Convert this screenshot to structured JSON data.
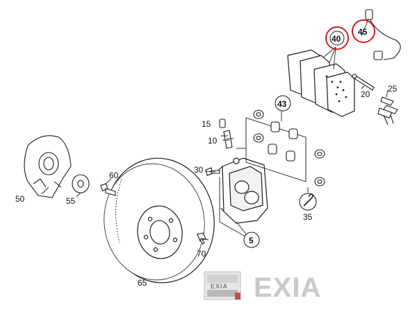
{
  "callouts": [
    {
      "id": "p15",
      "text": "15",
      "highlight": false,
      "circled": false
    },
    {
      "id": "p10",
      "text": "10",
      "highlight": false,
      "circled": false
    },
    {
      "id": "p20",
      "text": "20",
      "highlight": false,
      "circled": false
    },
    {
      "id": "p25",
      "text": "25",
      "highlight": false,
      "circled": false
    },
    {
      "id": "p30",
      "text": "30",
      "highlight": false,
      "circled": false
    },
    {
      "id": "p35",
      "text": "35",
      "highlight": false,
      "circled": false
    },
    {
      "id": "p40",
      "text": "40",
      "highlight": true,
      "circled": true
    },
    {
      "id": "p43",
      "text": "43",
      "highlight": false,
      "circled": true
    },
    {
      "id": "p45",
      "text": "45",
      "highlight": true,
      "circled": false
    },
    {
      "id": "p5",
      "text": "5",
      "highlight": false,
      "circled": true
    },
    {
      "id": "p50",
      "text": "50",
      "highlight": false,
      "circled": false
    },
    {
      "id": "p55",
      "text": "55",
      "highlight": false,
      "circled": false
    },
    {
      "id": "p60",
      "text": "60",
      "highlight": false,
      "circled": false
    },
    {
      "id": "p65",
      "text": "65",
      "highlight": false,
      "circled": false
    },
    {
      "id": "p70",
      "text": "70",
      "highlight": false,
      "circled": false
    }
  ],
  "watermark": {
    "logo_text": "EXIA",
    "wordmark_text": "EXIA"
  },
  "colors": {
    "highlight": "#d11f1f",
    "line": "#1a1a1a",
    "part_fill": "#ffffff",
    "shade": "#d6d6d6",
    "watermark": "#c9c9c9"
  }
}
